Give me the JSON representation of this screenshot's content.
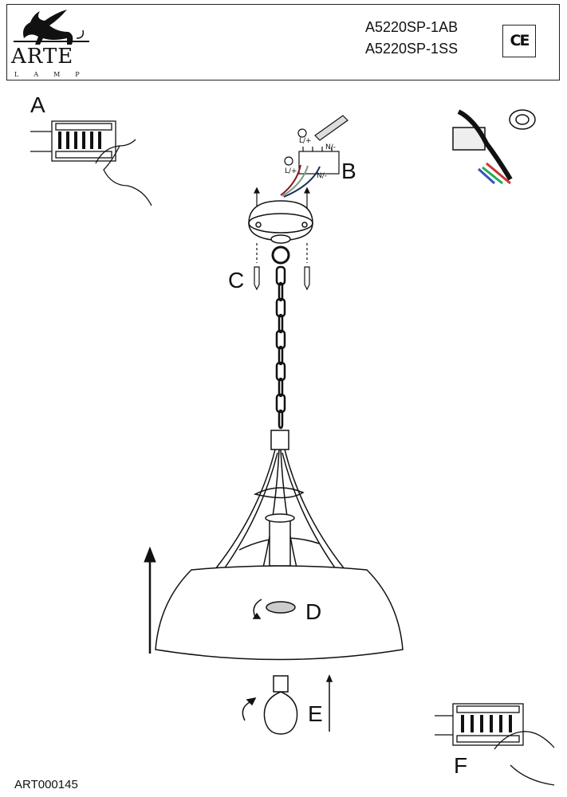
{
  "header": {
    "brand": "ARTE",
    "brand_sub": "LAMP",
    "models": [
      "A5220SP-1AB",
      "A5220SP-1SS"
    ],
    "certification": "CE"
  },
  "steps": {
    "a": "A",
    "b": "B",
    "c": "C",
    "d": "D",
    "e": "E",
    "f": "F"
  },
  "wiring": {
    "live": "L/+",
    "neutral": "N/-"
  },
  "footer": {
    "code": "ART000145"
  }
}
